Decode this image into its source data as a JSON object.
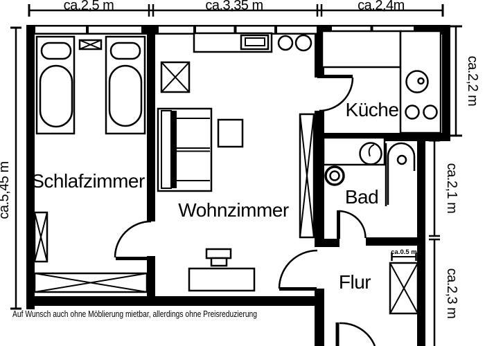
{
  "rooms": {
    "bedroom": "Schlafzimmer",
    "living_room": "Wohnzimmer",
    "kitchen": "Küche",
    "bathroom": "Bad",
    "hallway": "Flur"
  },
  "dimensions": {
    "top": [
      "ca.2,5 m",
      "ca.3,35 m",
      "ca.2,4m"
    ],
    "left": "ca.5,45 m",
    "right_kitchen": "ca.2,2 m",
    "right_bath": "ca.2,1 m",
    "right_hall": "ca.2,3 m",
    "hall_closet": "ca.0.5 m"
  },
  "footnote": "Auf Wunsch auch ohne Möblierung mietbar, allerdings ohne Preisreduzierung",
  "colors": {
    "ink": "#000000",
    "paper": "#ffffff"
  }
}
